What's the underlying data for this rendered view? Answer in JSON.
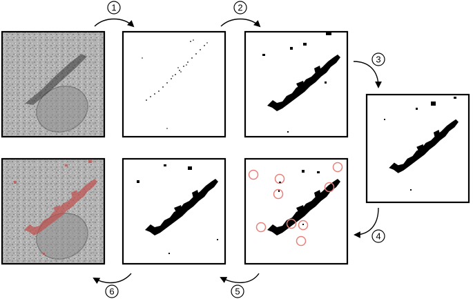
{
  "steps": [
    {
      "label": "1"
    },
    {
      "label": "2"
    },
    {
      "label": "3"
    },
    {
      "label": "4"
    },
    {
      "label": "5"
    },
    {
      "label": "6"
    }
  ],
  "colors": {
    "background": "#ffffff",
    "border": "#000000",
    "outlier_marker": "#e8807a",
    "overlay": "#c0504d",
    "micrograph_gray": "#a9a9a9"
  },
  "panels": [
    {
      "name": "original-micrograph"
    },
    {
      "name": "thresholded-sparse"
    },
    {
      "name": "dilated-mask"
    },
    {
      "name": "filtered-mask"
    },
    {
      "name": "outlier-marked-mask"
    },
    {
      "name": "cleaned-mask"
    },
    {
      "name": "overlay-micrograph"
    }
  ]
}
